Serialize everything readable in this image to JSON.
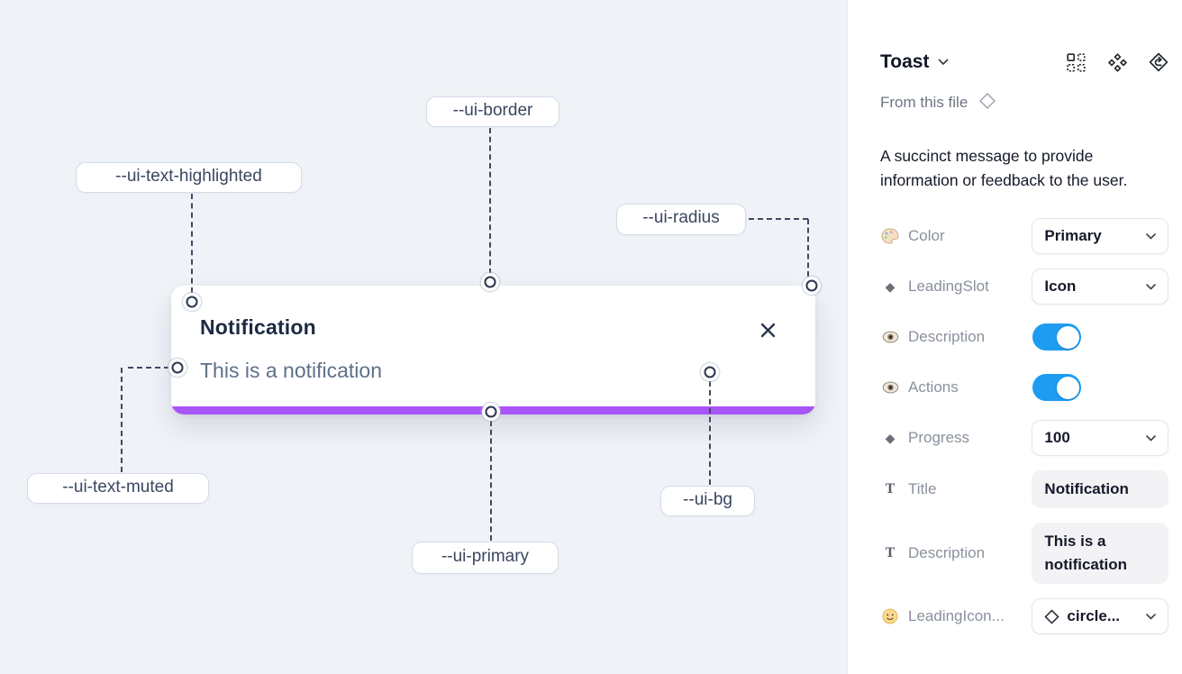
{
  "canvas": {
    "toast": {
      "title": "Notification",
      "description": "This is a notification"
    },
    "labels": [
      {
        "text": "--ui-border"
      },
      {
        "text": "--ui-text-highlighted"
      },
      {
        "text": "--ui-radius"
      },
      {
        "text": "--ui-text-muted"
      },
      {
        "text": "--ui-primary"
      },
      {
        "text": "--ui-bg"
      }
    ],
    "colors": {
      "progress_bar": "#a855f7",
      "canvas_bg": "#eff2f7",
      "connector": "#3e4a63"
    }
  },
  "panel": {
    "header": {
      "title": "Toast"
    },
    "source": {
      "label": "From this file"
    },
    "description": "A succinct message to provide information or feedback to the user.",
    "properties": [
      {
        "label": "Color",
        "type": "select",
        "value": "Primary",
        "icon": "palette-icon"
      },
      {
        "label": "LeadingSlot",
        "type": "select",
        "value": "Icon",
        "icon": "diamond-icon"
      },
      {
        "label": "Description",
        "type": "toggle",
        "value": "on",
        "icon": "eye-icon"
      },
      {
        "label": "Actions",
        "type": "toggle",
        "value": "on",
        "icon": "eye-icon"
      },
      {
        "label": "Progress",
        "type": "select",
        "value": "100",
        "icon": "diamond-icon"
      },
      {
        "label": "Title",
        "type": "text",
        "value": "Notification",
        "icon": "text-icon"
      },
      {
        "label": "Description",
        "type": "text",
        "value": "This is a notification",
        "icon": "text-icon"
      },
      {
        "label": "LeadingIcon...",
        "type": "select",
        "value": "circle...",
        "icon": "smiley-icon"
      }
    ],
    "colors": {
      "toggle_on": "#1e9cf2"
    }
  },
  "icons": {
    "diamond_filled": "◆",
    "t_glyph": "T"
  }
}
